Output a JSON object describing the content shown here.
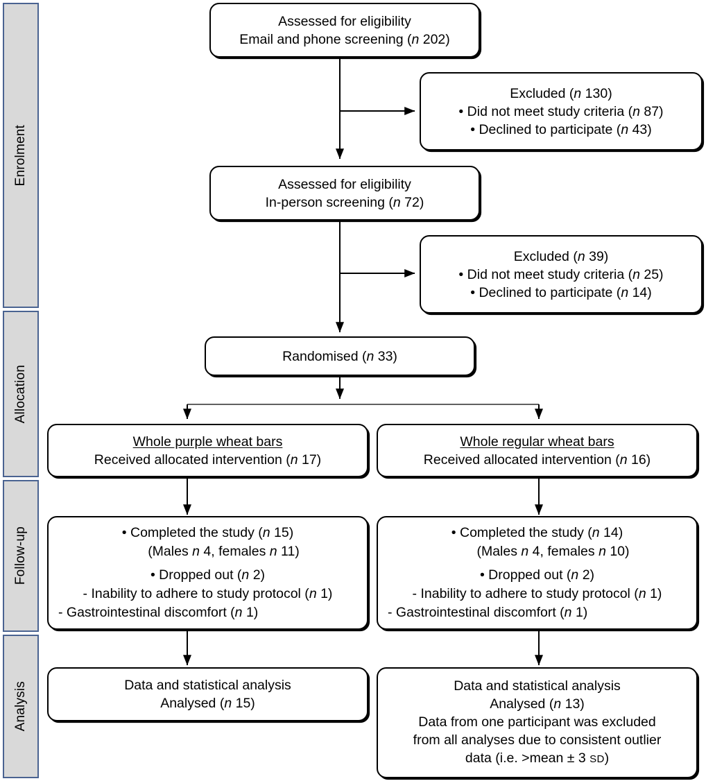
{
  "diagram": {
    "title": "CONSORT participant flow diagram",
    "colors": {
      "stage_fill": "#d9d9d9",
      "stage_border": "#4a6391",
      "box_border": "#000000",
      "box_fill": "#ffffff",
      "connector": "#000000"
    }
  },
  "stages": [
    {
      "id": "enrolment",
      "label": "Enrolment"
    },
    {
      "id": "allocation",
      "label": "Allocation"
    },
    {
      "id": "followup",
      "label": "Follow-up"
    },
    {
      "id": "analysis",
      "label": "Analysis"
    }
  ],
  "nodes": {
    "assessed_email": {
      "line1": "Assessed for eligibility",
      "line2_pre": "Email and phone screening (",
      "line2_n": "n",
      "line2_post": " 202)"
    },
    "excluded_1": {
      "heading_pre": "Excluded (",
      "heading_n": "n",
      "heading_post": " 130)",
      "items": [
        {
          "bullet": "•",
          "text_pre": " Did not meet study criteria (",
          "n": "n",
          "text_post": " 87)"
        },
        {
          "bullet": "•",
          "text_pre": " Declined to participate (",
          "n": "n",
          "text_post": " 43)"
        }
      ]
    },
    "assessed_inperson": {
      "line1": "Assessed for eligibility",
      "line2_pre": "In-person screening (",
      "line2_n": "n",
      "line2_post": " 72)"
    },
    "excluded_2": {
      "heading_pre": "Excluded (",
      "heading_n": "n",
      "heading_post": " 39)",
      "items": [
        {
          "bullet": "•",
          "text_pre": " Did not meet study criteria (",
          "n": "n",
          "text_post": " 25)"
        },
        {
          "bullet": "•",
          "text_pre": " Declined to participate (",
          "n": "n",
          "text_post": " 14)"
        }
      ]
    },
    "randomised": {
      "line1_pre": "Randomised (",
      "line1_n": "n",
      "line1_post": " 33)"
    },
    "alloc_left": {
      "title": "Whole purple wheat bars",
      "line2_pre": "Received allocated intervention (",
      "line2_n": "n",
      "line2_post": " 17)"
    },
    "alloc_right": {
      "title": "Whole regular wheat bars",
      "line2_pre": "Received allocated intervention (",
      "line2_n": "n",
      "line2_post": " 16)"
    },
    "followup_left": {
      "l1_pre": "• Completed the study (",
      "l1_n": "n",
      "l1_post": " 15)",
      "l2_pre": "(Males ",
      "l2_n1": "n",
      "l2_mid": " 4, females ",
      "l2_n2": "n",
      "l2_post": " 11)",
      "l3_pre": "• Dropped out (",
      "l3_n": "n",
      "l3_post": " 2)",
      "l4_pre": "- Inability to adhere to study protocol (",
      "l4_n": "n",
      "l4_post": " 1)",
      "l5_pre": "- Gastrointestinal discomfort (",
      "l5_n": "n",
      "l5_post": " 1)"
    },
    "followup_right": {
      "l1_pre": "• Completed the study (",
      "l1_n": "n",
      "l1_post": " 14)",
      "l2_pre": "(Males ",
      "l2_n1": "n",
      "l2_mid": " 4, females ",
      "l2_n2": "n",
      "l2_post": " 10)",
      "l3_pre": "• Dropped out (",
      "l3_n": "n",
      "l3_post": " 2)",
      "l4_pre": "- Inability to adhere to study protocol (",
      "l4_n": "n",
      "l4_post": " 1)",
      "l5_pre": "- Gastrointestinal discomfort (",
      "l5_n": "n",
      "l5_post": " 1)"
    },
    "analysis_left": {
      "line1": "Data and statistical analysis",
      "line2_pre": "Analysed (",
      "line2_n": "n",
      "line2_post": " 15)"
    },
    "analysis_right": {
      "line1": "Data and statistical analysis",
      "line2_pre": "Analysed (",
      "line2_n": "n",
      "line2_post": " 13)",
      "line3": "Data from one participant was excluded",
      "line4": "from all analyses due to consistent outlier",
      "line5_pre": "data (i.e. >mean ± 3 ",
      "line5_sc": "SD",
      "line5_post": ")"
    }
  },
  "counts": {
    "assessed_email_n": 202,
    "excluded_1_total": 130,
    "excluded_1_criteria": 87,
    "excluded_1_declined": 43,
    "assessed_inperson_n": 72,
    "excluded_2_total": 39,
    "excluded_2_criteria": 25,
    "excluded_2_declined": 14,
    "randomised_n": 33,
    "alloc_left_n": 17,
    "alloc_right_n": 16,
    "completed_left_n": 15,
    "completed_left_males": 4,
    "completed_left_females": 11,
    "dropped_left_n": 2,
    "completed_right_n": 14,
    "completed_right_males": 4,
    "completed_right_females": 10,
    "dropped_right_n": 2,
    "analysed_left_n": 15,
    "analysed_right_n": 13
  }
}
